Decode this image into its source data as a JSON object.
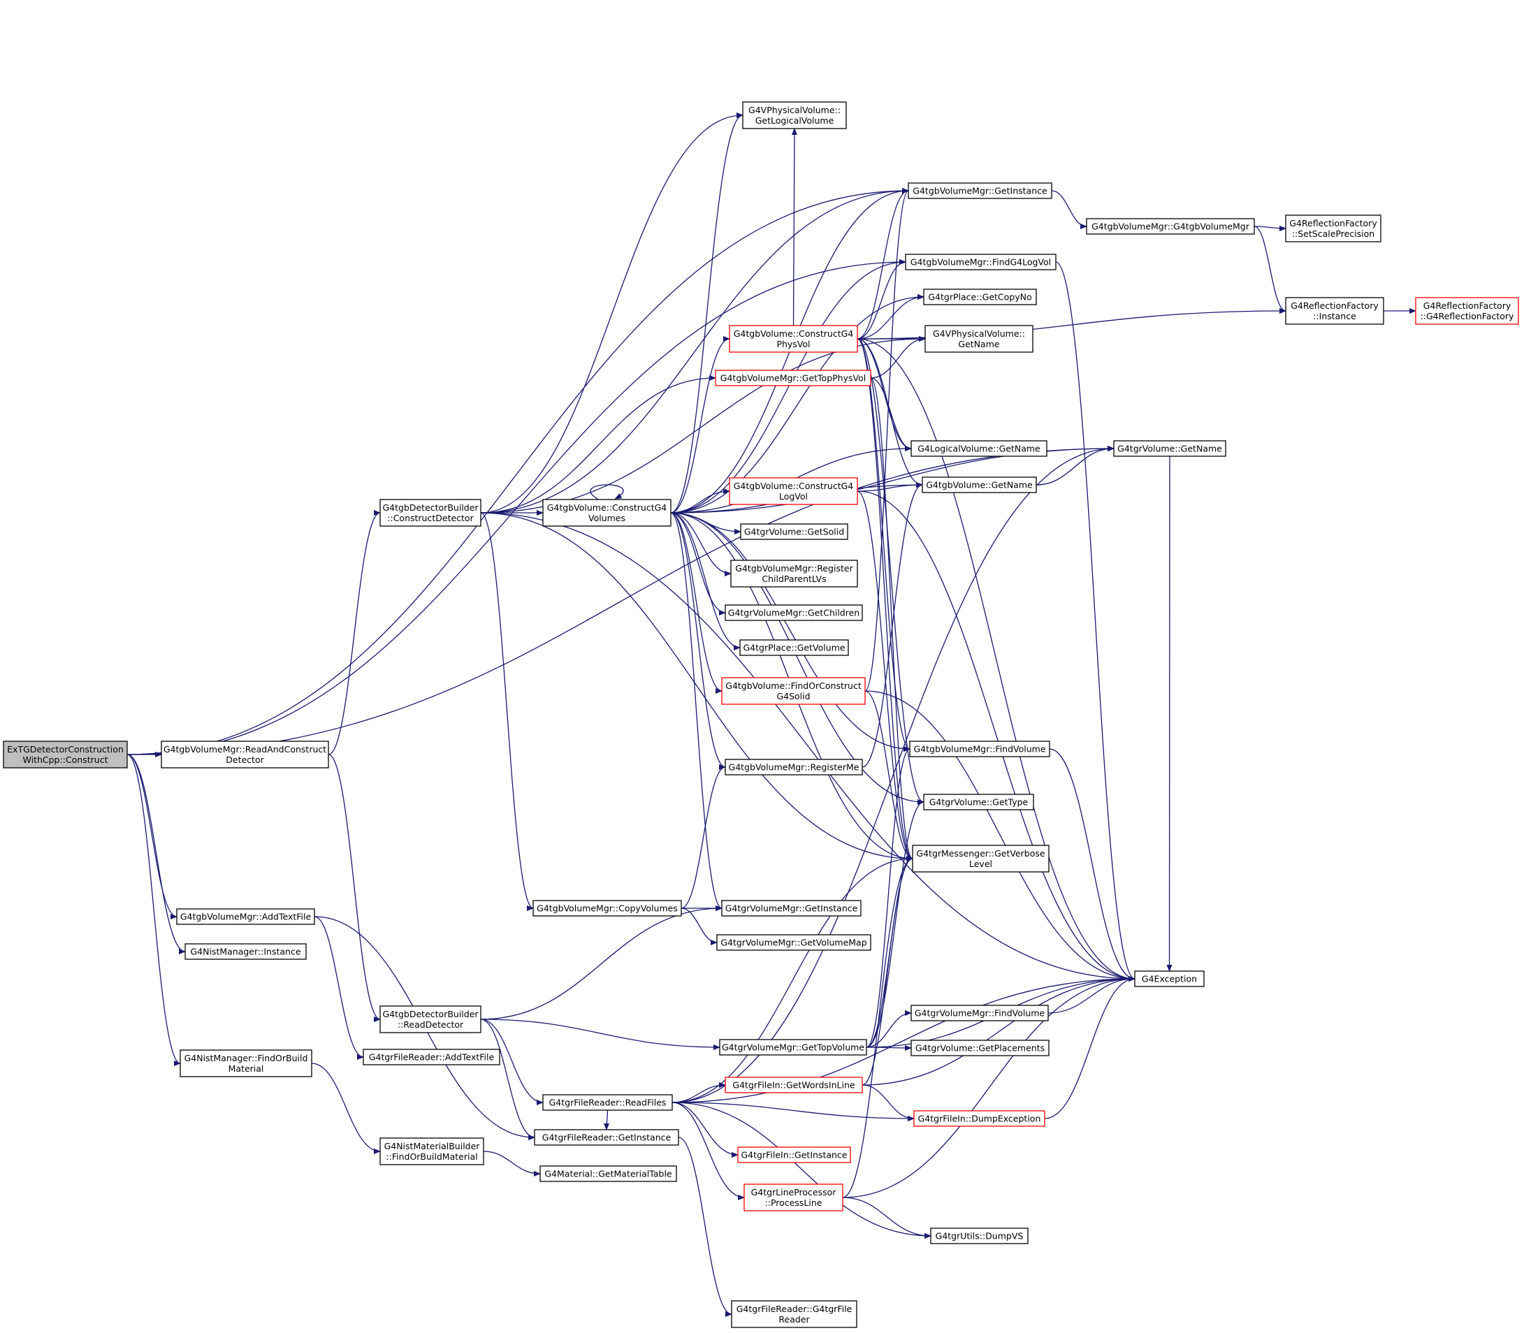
{
  "colors": {
    "edge": "#191970",
    "node_border": "#000000",
    "truncated_node_border": "#ff0000",
    "root_fill": "#bfbfbf",
    "node_fill": "#ffffff"
  },
  "graph": {
    "root": "root",
    "nodes": [
      {
        "id": "root",
        "lines": [
          "ExTGDetectorConstruction",
          "WithCpp::Construct"
        ],
        "style": "root"
      },
      {
        "id": "readAndConstruct",
        "lines": [
          "G4tgbVolumeMgr::ReadAndConstruct",
          "Detector"
        ]
      },
      {
        "id": "addTextFile",
        "lines": [
          "G4tgbVolumeMgr::AddTextFile"
        ]
      },
      {
        "id": "nistInstance",
        "lines": [
          "G4NistManager::Instance"
        ]
      },
      {
        "id": "nistFindOrBuild",
        "lines": [
          "G4NistManager::FindOrBuild",
          "Material"
        ]
      },
      {
        "id": "constructDetector",
        "lines": [
          "G4tgbDetectorBuilder",
          "::ConstructDetector"
        ]
      },
      {
        "id": "readDetector",
        "lines": [
          "G4tgbDetectorBuilder",
          "::ReadDetector"
        ]
      },
      {
        "id": "frAddTextFile",
        "lines": [
          "G4tgrFileReader::AddTextFile"
        ]
      },
      {
        "id": "nistMatBuilder",
        "lines": [
          "G4NistMaterialBuilder",
          "::FindOrBuildMaterial"
        ]
      },
      {
        "id": "constructG4Volumes",
        "lines": [
          "G4tgbVolume::ConstructG4",
          "Volumes"
        ]
      },
      {
        "id": "copyVolumes",
        "lines": [
          "G4tgbVolumeMgr::CopyVolumes"
        ]
      },
      {
        "id": "readFiles",
        "lines": [
          "G4tgrFileReader::ReadFiles"
        ]
      },
      {
        "id": "frGetInstance",
        "lines": [
          "G4tgrFileReader::GetInstance"
        ]
      },
      {
        "id": "matTable",
        "lines": [
          "G4Material::GetMaterialTable"
        ]
      },
      {
        "id": "getLogicalVolume",
        "lines": [
          "G4VPhysicalVolume::",
          "GetLogicalVolume"
        ]
      },
      {
        "id": "constructPhysVol",
        "lines": [
          "G4tgbVolume::ConstructG4",
          "PhysVol"
        ],
        "style": "truncated"
      },
      {
        "id": "getTopPhysVol",
        "lines": [
          "G4tgbVolumeMgr::GetTopPhysVol"
        ],
        "style": "truncated"
      },
      {
        "id": "constructLogVol",
        "lines": [
          "G4tgbVolume::ConstructG4",
          "LogVol"
        ],
        "style": "truncated"
      },
      {
        "id": "getSolid",
        "lines": [
          "G4tgrVolume::GetSolid"
        ]
      },
      {
        "id": "registerChildParent",
        "lines": [
          "G4tgbVolumeMgr::Register",
          "ChildParentLVs"
        ]
      },
      {
        "id": "getChildren",
        "lines": [
          "G4tgrVolumeMgr::GetChildren"
        ]
      },
      {
        "id": "placeGetVolume",
        "lines": [
          "G4tgrPlace::GetVolume"
        ]
      },
      {
        "id": "findOrConstructSolid",
        "lines": [
          "G4tgbVolume::FindOrConstruct",
          "G4Solid"
        ],
        "style": "truncated"
      },
      {
        "id": "registerMe",
        "lines": [
          "G4tgbVolumeMgr::RegisterMe"
        ]
      },
      {
        "id": "tgrVmGetInstance",
        "lines": [
          "G4tgrVolumeMgr::GetInstance"
        ]
      },
      {
        "id": "getVolumeMap",
        "lines": [
          "G4tgrVolumeMgr::GetVolumeMap"
        ]
      },
      {
        "id": "getTopVolume",
        "lines": [
          "G4tgrVolumeMgr::GetTopVolume"
        ]
      },
      {
        "id": "getWordsInLine",
        "lines": [
          "G4tgrFileIn::GetWordsInLine"
        ],
        "style": "truncated"
      },
      {
        "id": "fileInGetInstance",
        "lines": [
          "G4tgrFileIn::GetInstance"
        ],
        "style": "truncated"
      },
      {
        "id": "processLine",
        "lines": [
          "G4tgrLineProcessor",
          "::ProcessLine"
        ],
        "style": "truncated"
      },
      {
        "id": "frG4tgrFileReader",
        "lines": [
          "G4tgrFileReader::G4tgrFile",
          "Reader"
        ]
      },
      {
        "id": "tgbVmGetInstance",
        "lines": [
          "G4tgbVolumeMgr::GetInstance"
        ]
      },
      {
        "id": "findG4LogVol",
        "lines": [
          "G4tgbVolumeMgr::FindG4LogVol"
        ]
      },
      {
        "id": "getCopyNo",
        "lines": [
          "G4tgrPlace::GetCopyNo"
        ]
      },
      {
        "id": "physGetName",
        "lines": [
          "G4VPhysicalVolume::",
          "GetName"
        ]
      },
      {
        "id": "logGetName",
        "lines": [
          "G4LogicalVolume::GetName"
        ]
      },
      {
        "id": "tgbGetName",
        "lines": [
          "G4tgbVolume::GetName"
        ]
      },
      {
        "id": "tgbFindVolume",
        "lines": [
          "G4tgbVolumeMgr::FindVolume"
        ]
      },
      {
        "id": "getType",
        "lines": [
          "G4tgrVolume::GetType"
        ]
      },
      {
        "id": "getVerboseLevel",
        "lines": [
          "G4tgrMessenger::GetVerbose",
          "Level"
        ]
      },
      {
        "id": "tgrFindVolume",
        "lines": [
          "G4tgrVolumeMgr::FindVolume"
        ]
      },
      {
        "id": "getPlacements",
        "lines": [
          "G4tgrVolume::GetPlacements"
        ]
      },
      {
        "id": "dumpException",
        "lines": [
          "G4tgrFileIn::DumpException"
        ],
        "style": "truncated"
      },
      {
        "id": "dumpVS",
        "lines": [
          "G4tgrUtils::DumpVS"
        ]
      },
      {
        "id": "g4tgbVolumeMgrCtor",
        "lines": [
          "G4tgbVolumeMgr::G4tgbVolumeMgr"
        ]
      },
      {
        "id": "tgrGetName",
        "lines": [
          "G4tgrVolume::GetName"
        ]
      },
      {
        "id": "g4Exception",
        "lines": [
          "G4Exception"
        ]
      },
      {
        "id": "setScalePrecision",
        "lines": [
          "G4ReflectionFactory",
          "::SetScalePrecision"
        ]
      },
      {
        "id": "reflInstance",
        "lines": [
          "G4ReflectionFactory",
          "::Instance"
        ]
      },
      {
        "id": "reflCtor",
        "lines": [
          "G4ReflectionFactory",
          "::G4ReflectionFactory"
        ],
        "style": "truncated"
      }
    ],
    "edges": [
      [
        "root",
        "readAndConstruct"
      ],
      [
        "root",
        "addTextFile"
      ],
      [
        "root",
        "nistInstance"
      ],
      [
        "root",
        "nistFindOrBuild"
      ],
      [
        "root",
        "tgbVmGetInstance"
      ],
      [
        "root",
        "findG4LogVol"
      ],
      [
        "root",
        "tgrGetName"
      ],
      [
        "readAndConstruct",
        "constructDetector"
      ],
      [
        "readAndConstruct",
        "readDetector"
      ],
      [
        "addTextFile",
        "frAddTextFile"
      ],
      [
        "addTextFile",
        "frGetInstance"
      ],
      [
        "nistFindOrBuild",
        "nistMatBuilder"
      ],
      [
        "nistMatBuilder",
        "matTable"
      ],
      [
        "constructDetector",
        "constructG4Volumes"
      ],
      [
        "constructDetector",
        "copyVolumes"
      ],
      [
        "constructDetector",
        "getTopPhysVol"
      ],
      [
        "constructDetector",
        "getLogicalVolume"
      ],
      [
        "constructDetector",
        "tgbVmGetInstance"
      ],
      [
        "constructDetector",
        "physGetName"
      ],
      [
        "constructDetector",
        "getVerboseLevel"
      ],
      [
        "constructDetector",
        "g4Exception"
      ],
      [
        "readDetector",
        "readFiles"
      ],
      [
        "readDetector",
        "frGetInstance"
      ],
      [
        "readDetector",
        "getTopVolume"
      ],
      [
        "readDetector",
        "tgrVmGetInstance"
      ],
      [
        "constructG4Volumes",
        "constructG4Volumes"
      ],
      [
        "constructG4Volumes",
        "getLogicalVolume"
      ],
      [
        "constructG4Volumes",
        "constructPhysVol"
      ],
      [
        "constructG4Volumes",
        "constructLogVol"
      ],
      [
        "constructG4Volumes",
        "getSolid"
      ],
      [
        "constructG4Volumes",
        "registerChildParent"
      ],
      [
        "constructG4Volumes",
        "getChildren"
      ],
      [
        "constructG4Volumes",
        "placeGetVolume"
      ],
      [
        "constructG4Volumes",
        "findOrConstructSolid"
      ],
      [
        "constructG4Volumes",
        "registerMe"
      ],
      [
        "constructG4Volumes",
        "tgrVmGetInstance"
      ],
      [
        "constructG4Volumes",
        "tgbVmGetInstance"
      ],
      [
        "constructG4Volumes",
        "findG4LogVol"
      ],
      [
        "constructG4Volumes",
        "getCopyNo"
      ],
      [
        "constructG4Volumes",
        "logGetName"
      ],
      [
        "constructG4Volumes",
        "tgbGetName"
      ],
      [
        "constructG4Volumes",
        "tgbFindVolume"
      ],
      [
        "constructG4Volumes",
        "getType"
      ],
      [
        "constructG4Volumes",
        "getVerboseLevel"
      ],
      [
        "constructG4Volumes",
        "tgrGetName"
      ],
      [
        "copyVolumes",
        "tgrVmGetInstance"
      ],
      [
        "copyVolumes",
        "getVolumeMap"
      ],
      [
        "copyVolumes",
        "registerMe"
      ],
      [
        "registerMe",
        "tgbGetName"
      ],
      [
        "readFiles",
        "frGetInstance"
      ],
      [
        "readFiles",
        "getWordsInLine"
      ],
      [
        "readFiles",
        "fileInGetInstance"
      ],
      [
        "readFiles",
        "processLine"
      ],
      [
        "readFiles",
        "dumpException"
      ],
      [
        "readFiles",
        "dumpVS"
      ],
      [
        "readFiles",
        "g4Exception"
      ],
      [
        "frGetInstance",
        "frG4tgrFileReader"
      ],
      [
        "constructPhysVol",
        "getLogicalVolume"
      ],
      [
        "constructPhysVol",
        "tgbVmGetInstance"
      ],
      [
        "constructPhysVol",
        "findG4LogVol"
      ],
      [
        "constructPhysVol",
        "getCopyNo"
      ],
      [
        "constructPhysVol",
        "physGetName"
      ],
      [
        "constructPhysVol",
        "logGetName"
      ],
      [
        "constructPhysVol",
        "tgbGetName"
      ],
      [
        "constructPhysVol",
        "tgbFindVolume"
      ],
      [
        "constructPhysVol",
        "getType"
      ],
      [
        "constructPhysVol",
        "getVerboseLevel"
      ],
      [
        "constructPhysVol",
        "g4Exception"
      ],
      [
        "constructPhysVol",
        "reflInstance"
      ],
      [
        "getTopPhysVol",
        "physGetName"
      ],
      [
        "getTopPhysVol",
        "logGetName"
      ],
      [
        "getTopPhysVol",
        "getVerboseLevel"
      ],
      [
        "constructLogVol",
        "tgbGetName"
      ],
      [
        "constructLogVol",
        "getVerboseLevel"
      ],
      [
        "constructLogVol",
        "g4Exception"
      ],
      [
        "findOrConstructSolid",
        "getVerboseLevel"
      ],
      [
        "findOrConstructSolid",
        "g4Exception"
      ],
      [
        "findOrConstructSolid",
        "tgbVmGetInstance"
      ],
      [
        "getTopVolume",
        "tgrFindVolume"
      ],
      [
        "getTopVolume",
        "getPlacements"
      ],
      [
        "getTopVolume",
        "getVerboseLevel"
      ],
      [
        "getTopVolume",
        "g4Exception"
      ],
      [
        "getTopVolume",
        "getType"
      ],
      [
        "getTopVolume",
        "tgbFindVolume"
      ],
      [
        "tgrFindVolume",
        "g4Exception"
      ],
      [
        "getWordsInLine",
        "dumpException"
      ],
      [
        "getWordsInLine",
        "g4Exception"
      ],
      [
        "dumpException",
        "g4Exception"
      ],
      [
        "processLine",
        "dumpVS"
      ],
      [
        "processLine",
        "g4Exception"
      ],
      [
        "processLine",
        "getVerboseLevel"
      ],
      [
        "readFiles",
        "getVerboseLevel"
      ],
      [
        "readFiles",
        "tgrGetName"
      ],
      [
        "getWordsInLine",
        "getVerboseLevel"
      ],
      [
        "tgbVmGetInstance",
        "g4tgbVolumeMgrCtor"
      ],
      [
        "g4tgbVolumeMgrCtor",
        "setScalePrecision"
      ],
      [
        "g4tgbVolumeMgrCtor",
        "reflInstance"
      ],
      [
        "reflInstance",
        "reflCtor"
      ],
      [
        "findG4LogVol",
        "g4Exception"
      ],
      [
        "tgbGetName",
        "tgrGetName"
      ],
      [
        "tgrGetName",
        "g4Exception"
      ],
      [
        "tgbFindVolume",
        "g4Exception"
      ]
    ]
  }
}
